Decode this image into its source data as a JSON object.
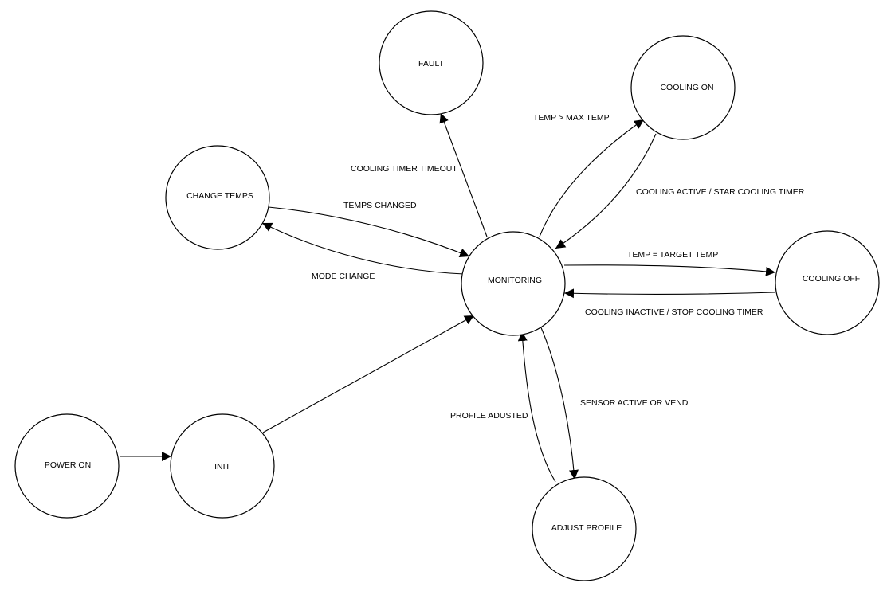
{
  "diagram": {
    "nodes": {
      "fault": "FAULT",
      "cooling_on": "COOLING ON",
      "change_temps": "CHANGE TEMPS",
      "monitoring": "MONITORING",
      "cooling_off": "COOLING OFF",
      "power_on": "POWER ON",
      "init": "INIT",
      "adjust_profile": "ADJUST PROFILE"
    },
    "edges": {
      "cooling_timer_timeout": "COOLING TIMER TIMEOUT",
      "temp_gt_max": "TEMP > MAX TEMP",
      "cooling_active": "COOLING ACTIVE / STAR COOLING TIMER",
      "temps_changed": "TEMPS CHANGED",
      "mode_change": "MODE CHANGE",
      "temp_eq_target": "TEMP = TARGET TEMP",
      "cooling_inactive": "COOLING INACTIVE / STOP COOLING TIMER",
      "sensor_active": "SENSOR ACTIVE OR VEND",
      "profile_adjusted": "PROFILE ADUSTED"
    }
  }
}
